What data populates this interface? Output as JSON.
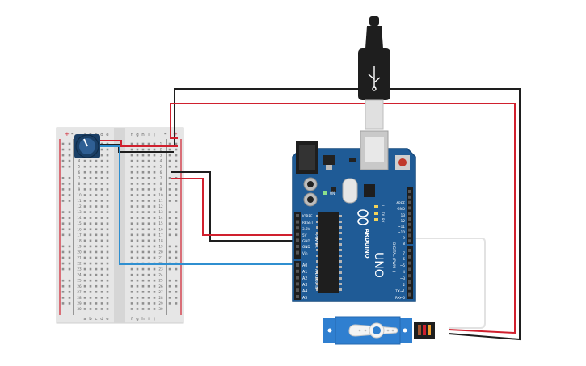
{
  "breadboard": {
    "columns_left": [
      "a",
      "b",
      "c",
      "d",
      "e"
    ],
    "columns_right": [
      "f",
      "g",
      "h",
      "i",
      "j"
    ],
    "rows": [
      1,
      2,
      3,
      4,
      5,
      6,
      7,
      8,
      9,
      10,
      11,
      12,
      13,
      14,
      15,
      16,
      17,
      18,
      19,
      20,
      21,
      22,
      23,
      24,
      25,
      26,
      27,
      28,
      29,
      30
    ],
    "rail_plus": "+",
    "rail_minus": "-"
  },
  "arduino": {
    "brand": "ARDUINO",
    "model": "UNO",
    "power_header_title": "POWER",
    "power_pins": [
      "IOREF",
      "RESET",
      "3.3V",
      "5V",
      "GND",
      "GND",
      "Vin"
    ],
    "analog_header_title": "ANALOG IN",
    "analog_pins": [
      "A0",
      "A1",
      "A2",
      "A3",
      "A4",
      "A5"
    ],
    "digital_header_title": "DIGITAL (PWM~)",
    "digital_top_pins": [
      "AREF",
      "GND",
      "13",
      "12",
      "~11",
      "~10",
      "~9",
      "8"
    ],
    "digital_bottom_pins": [
      "7",
      "~6",
      "~5",
      "4",
      "~3",
      "2",
      "TX→1",
      "RX←0"
    ],
    "l_label": "L",
    "tx_label": "TX",
    "rx_label": "RX",
    "on_label": "ON"
  },
  "colors": {
    "board": "#1f5b96",
    "board_edge": "#174a7d",
    "wire_red": "#d0202e",
    "wire_black": "#1e1e1e",
    "wire_blue": "#2f8fd0",
    "wire_white": "#e8e8e8",
    "breadboard": "#e4e4e4",
    "rail_red": "#d0202e",
    "servo": "#2f7fd0"
  },
  "icons": {
    "usb": "usb-cable-icon",
    "potentiometer": "potentiometer-icon",
    "servo": "servo-motor-icon"
  }
}
